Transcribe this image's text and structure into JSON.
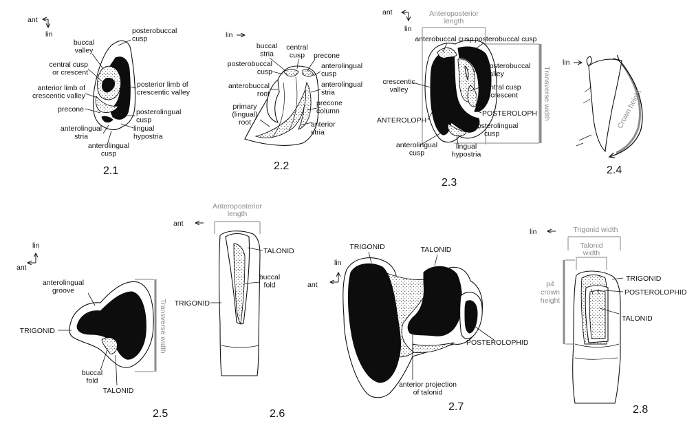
{
  "orientation": {
    "ant": "ant",
    "lin": "lin"
  },
  "figures": {
    "f21": {
      "caption": "2.1",
      "labels": {
        "posterobuccal_cusp": [
          "posterobuccal",
          "cusp"
        ],
        "buccal_valley": [
          "buccal",
          "valley"
        ],
        "central_cusp": [
          "central cusp",
          "or crescent"
        ],
        "anterior_limb": [
          "anterior limb of",
          "crescentic valley"
        ],
        "posterior_limb": [
          "posterior limb of",
          "crescentic valley"
        ],
        "precone": [
          "precone"
        ],
        "posterolingual_cusp": [
          "posterolingual",
          "cusp"
        ],
        "anterolingual_stria": [
          "anterolingual",
          "stria"
        ],
        "lingual_hypostria": [
          "lingual",
          "hypostria"
        ],
        "anterolingual_cusp": [
          "anterolingual",
          "cusp"
        ]
      }
    },
    "f22": {
      "caption": "2.2",
      "labels": {
        "buccal_stria": [
          "buccal",
          "stria"
        ],
        "central_cusp": [
          "central",
          "cusp"
        ],
        "precone": [
          "precone"
        ],
        "posterobuccal_cusp": [
          "posterobuccal",
          "cusp"
        ],
        "anterolingual_cusp": [
          "anterolingual",
          "cusp"
        ],
        "anterobuccal_root": [
          "anterobuccal",
          "root"
        ],
        "anterolingual_stria": [
          "anterolingual",
          "stria"
        ],
        "precone_column": [
          "precone",
          "column"
        ],
        "primary_root": [
          "primary",
          "(lingual)",
          "root"
        ],
        "anterior_stria": [
          "anterior",
          "stria"
        ]
      }
    },
    "f23": {
      "caption": "2.3",
      "measure_ap": [
        "Anteroposterior",
        "length"
      ],
      "measure_tw": "Transverse width",
      "labels": {
        "anterobuccal_cusp": [
          "anterobuccal cusp"
        ],
        "posterobuccal_cusp": [
          "posterobuccal cusp"
        ],
        "posterobuccal_valley": [
          "posterobuccal",
          "valley"
        ],
        "crescentic_valley": [
          "crescentic",
          "valley"
        ],
        "central_cusp": [
          "central cusp",
          "or crescent"
        ],
        "posteroloph": [
          "POSTEROLOPH"
        ],
        "anteroloph": [
          "ANTEROLOPH"
        ],
        "posterolingual_cusp": [
          "posterolingual",
          "cusp"
        ],
        "anterolingual_cusp": [
          "anterolingual",
          "cusp"
        ],
        "lingual_hypostria": [
          "lingual",
          "hypostria"
        ]
      }
    },
    "f24": {
      "caption": "2.4",
      "measure": "Crown height"
    },
    "f25": {
      "caption": "2.5",
      "measure_tw": "Transverse width",
      "labels": {
        "anterolingual_groove": [
          "anterolingual",
          "groove"
        ],
        "trigonid": [
          "TRIGONID"
        ],
        "buccal_fold": [
          "buccal",
          "fold"
        ],
        "talonid": [
          "TALONID"
        ]
      }
    },
    "f26": {
      "caption": "2.6",
      "measure_ap": [
        "Anteroposterior",
        "length"
      ],
      "labels": {
        "talonid": [
          "TALONID"
        ],
        "buccal_fold": [
          "buccal",
          "fold"
        ],
        "trigonid": [
          "TRIGONID"
        ]
      }
    },
    "f27": {
      "caption": "2.7",
      "labels": {
        "trigonid": [
          "TRIGONID"
        ],
        "talonid": [
          "TALONID"
        ],
        "posterolophid": [
          "POSTEROLOPHID"
        ],
        "anterior_projection": [
          "anterior projection",
          "of talonid"
        ]
      }
    },
    "f28": {
      "caption": "2.8",
      "measure_trig": "Trigonid width",
      "measure_tal": [
        "Talonid",
        "width"
      ],
      "measure_p4": [
        "p4",
        "crown",
        "height"
      ],
      "labels": {
        "trigonid": [
          "TRIGONID"
        ],
        "posterolophid": [
          "POSTEROLOPHID"
        ],
        "talonid": [
          "TALONID"
        ]
      }
    }
  }
}
